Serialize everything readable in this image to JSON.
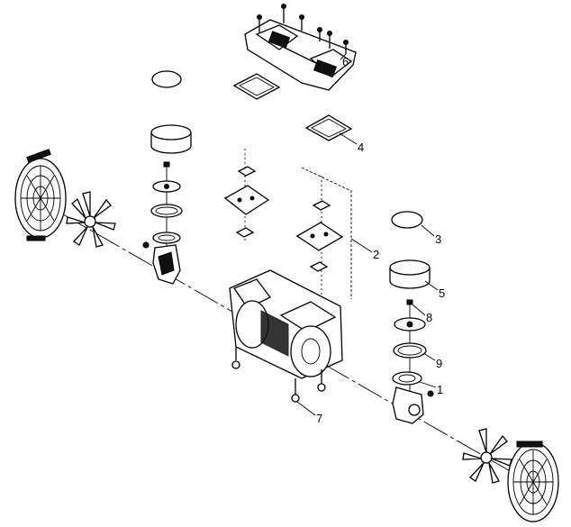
{
  "diagram": {
    "type": "exploded parts diagram",
    "callouts": [
      {
        "id": "6"
      },
      {
        "id": "4"
      },
      {
        "id": "2"
      },
      {
        "id": "3"
      },
      {
        "id": "5"
      },
      {
        "id": "8"
      },
      {
        "id": "9"
      },
      {
        "id": "1"
      },
      {
        "id": "7"
      }
    ]
  }
}
